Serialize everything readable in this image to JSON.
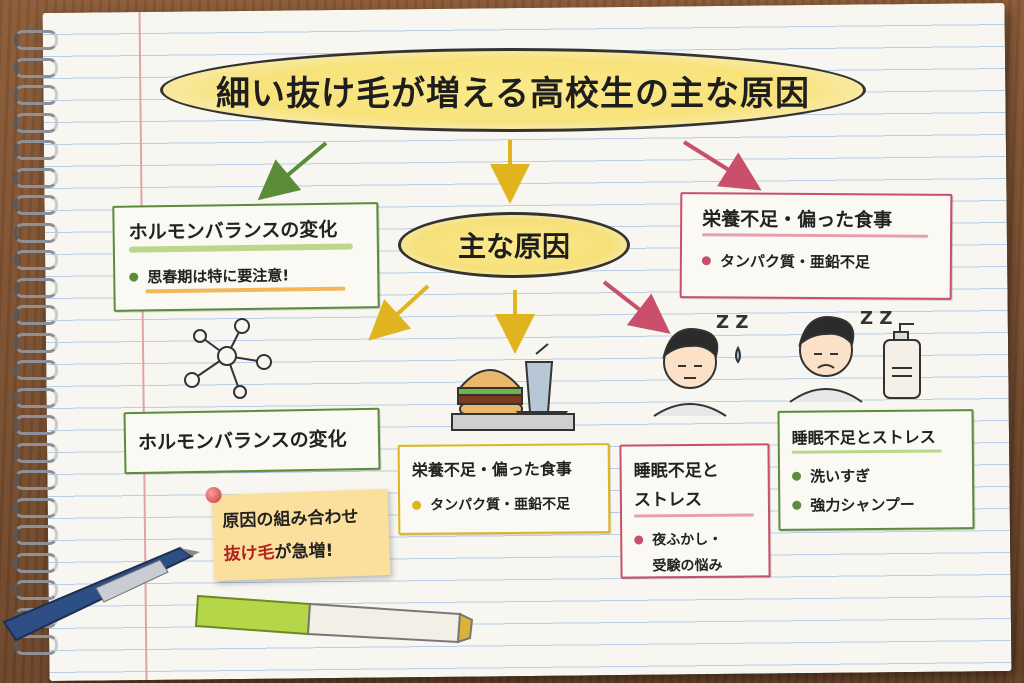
{
  "title": "細い抜け毛が増える高校生の主な原因",
  "center": "主な原因",
  "top_boxes": [
    {
      "title": "ホルモンバランスの変化",
      "bullet": "思春期は特に要注意!"
    },
    {
      "title": "栄養不足・偏った食事",
      "bullet": "タンパク質・亜鉛不足"
    }
  ],
  "bottom_boxes": [
    {
      "title": "ホルモンバランスの変化"
    },
    {
      "title": "栄養不足・偏った食事",
      "bullet": "タンパク質・亜鉛不足"
    },
    {
      "title_line1": "睡眠不足と",
      "title_line2": "ストレス",
      "bullet_line1": "夜ふかし・",
      "bullet_line2": "受験の悩み"
    },
    {
      "title": "睡眠不足とストレス",
      "bullets": [
        "洗いすぎ",
        "強力シャンプー"
      ]
    }
  ],
  "sticky_note": {
    "line1": "原因の組み合わせ",
    "line2_red": "抜け毛",
    "line2_rest": "が急増!"
  },
  "sleep_marks": [
    "Z Z",
    "Z Z"
  ],
  "colors": {
    "green": "#5a8c3a",
    "yellow": "#e0b41f",
    "pink": "#c94f6b",
    "highlight_yellow": "#f6e07a"
  }
}
